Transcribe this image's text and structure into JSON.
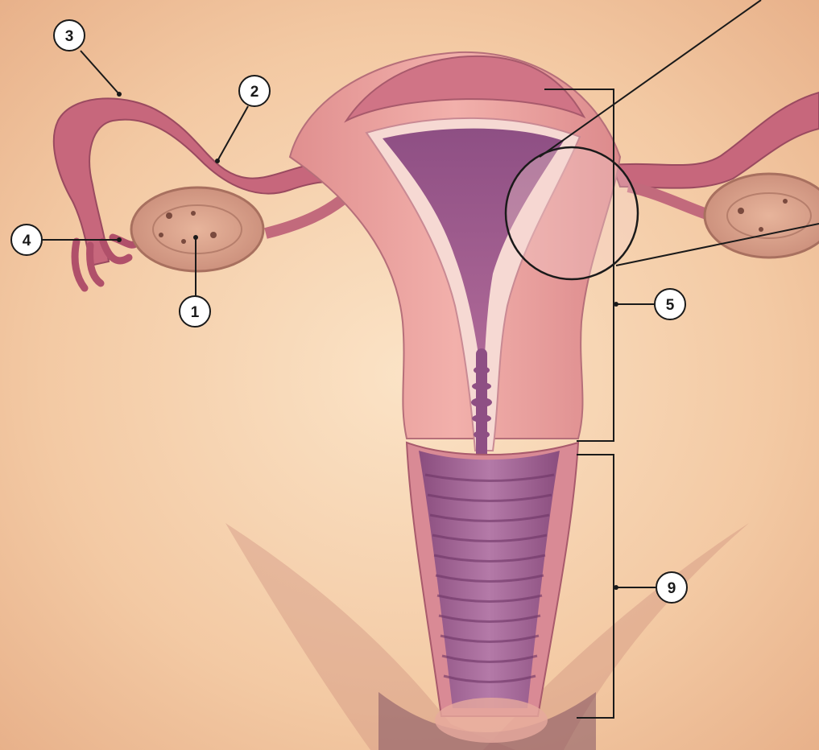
{
  "diagram": {
    "labels": [
      {
        "id": "ovary",
        "text": "1"
      },
      {
        "id": "fallopian-tube",
        "text": "2"
      },
      {
        "id": "tube-end",
        "text": "3"
      },
      {
        "id": "fimbriae",
        "text": "4"
      },
      {
        "id": "uterus-bracket",
        "text": "5"
      },
      {
        "id": "vagina-bracket",
        "text": "9"
      }
    ]
  }
}
